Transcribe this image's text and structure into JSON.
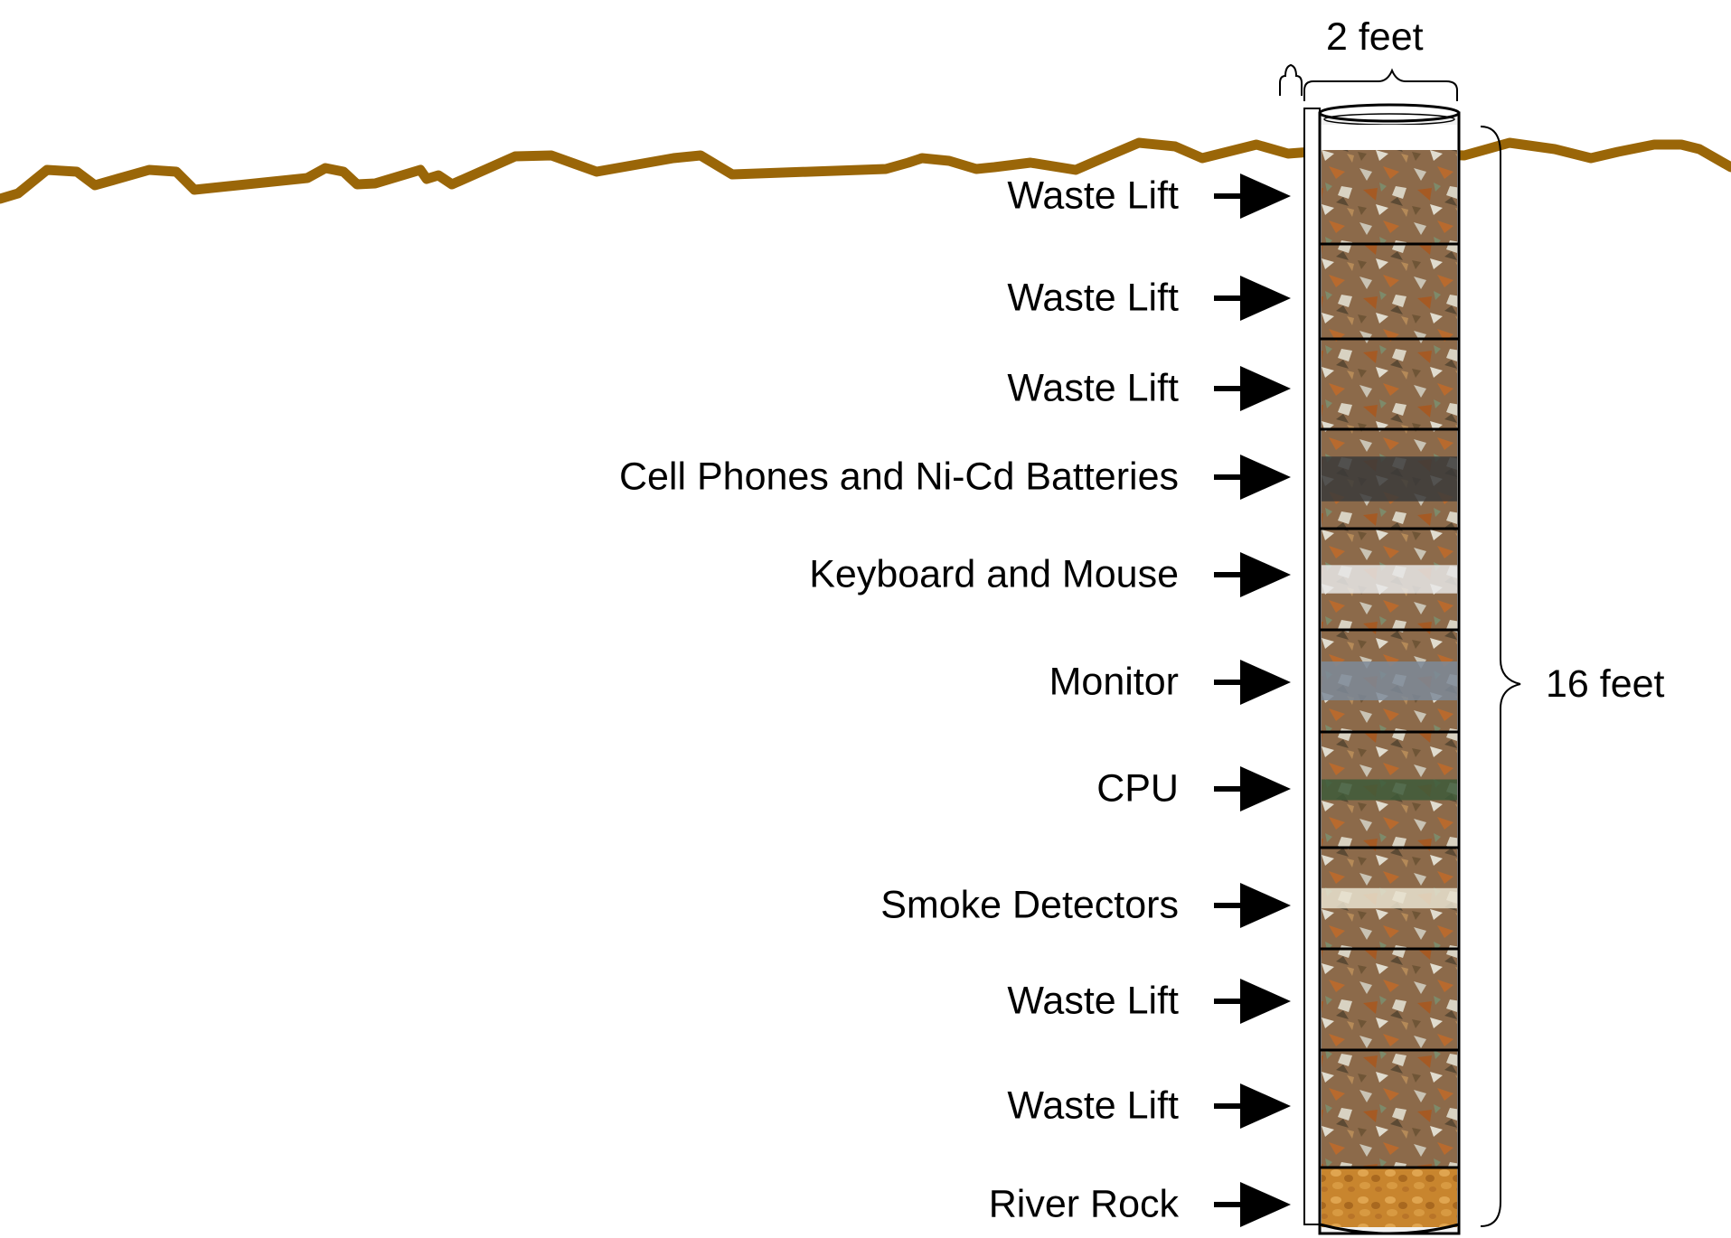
{
  "diagram": {
    "width_label": "2 feet",
    "depth_label": "16 feet",
    "layers": [
      {
        "label": "Waste Lift",
        "fill": "waste"
      },
      {
        "label": "Waste Lift",
        "fill": "waste"
      },
      {
        "label": "Waste Lift",
        "fill": "waste"
      },
      {
        "label": "Cell Phones and Ni-Cd Batteries",
        "fill": "phones"
      },
      {
        "label": "Keyboard and Mouse",
        "fill": "keyboard"
      },
      {
        "label": "Monitor",
        "fill": "monitor"
      },
      {
        "label": "CPU",
        "fill": "cpu"
      },
      {
        "label": "Smoke Detectors",
        "fill": "smoke"
      },
      {
        "label": "Waste Lift",
        "fill": "waste"
      },
      {
        "label": "Waste Lift",
        "fill": "waste"
      },
      {
        "label": "River Rock",
        "fill": "rock"
      }
    ],
    "colors": {
      "ground": "#9a6608",
      "arrow": "#000000",
      "waste": "#8c6a4a",
      "rock": "#c8852e"
    }
  }
}
